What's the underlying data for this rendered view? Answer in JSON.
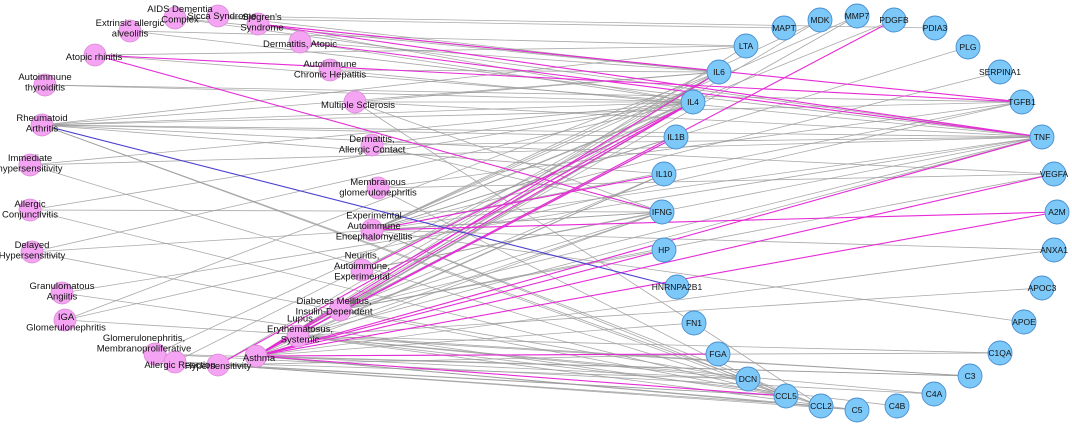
{
  "colors": {
    "disease_fill": "#f5a3f3",
    "disease_stroke": "#d98ad6",
    "gene_fill": "#7cc8f8",
    "gene_stroke": "#4b8fd0",
    "edge_gray": "#9a9a9a",
    "edge_magenta": "#e62bd6",
    "edge_blue": "#4a3fd0"
  },
  "diseases": [
    {
      "id": "aids",
      "lines": [
        "AIDS Dementia",
        "Complex"
      ]
    },
    {
      "id": "sicca",
      "lines": [
        "Sicca Syndrome"
      ]
    },
    {
      "id": "sjogren",
      "lines": [
        "Sjogren's",
        "Syndrome"
      ]
    },
    {
      "id": "extrinsic",
      "lines": [
        "Extrinsic allergic",
        "alveolitis"
      ]
    },
    {
      "id": "derm_atopic",
      "lines": [
        "Dermatitis, Atopic"
      ]
    },
    {
      "id": "atopic_rhinitis",
      "lines": [
        "Atopic rhinitis"
      ]
    },
    {
      "id": "aichep",
      "lines": [
        "Autoimmune",
        "Chronic Hepatitis"
      ]
    },
    {
      "id": "aithy",
      "lines": [
        "Autoimmune",
        "thyroiditis"
      ]
    },
    {
      "id": "ms",
      "lines": [
        "Multiple Sclerosis"
      ]
    },
    {
      "id": "ra",
      "lines": [
        "Rheumatoid",
        "Arthritis"
      ]
    },
    {
      "id": "derm_contact",
      "lines": [
        "Dermatitis,",
        "Allergic Contact"
      ]
    },
    {
      "id": "imm_hyper",
      "lines": [
        "Immediate",
        "hypersensitivity"
      ]
    },
    {
      "id": "membranous",
      "lines": [
        "Membranous",
        "glomerulonephritis"
      ]
    },
    {
      "id": "allergic_conj",
      "lines": [
        "Allergic",
        "Conjunctivitis"
      ]
    },
    {
      "id": "eae",
      "lines": [
        "Experimental",
        "Autoimmune",
        "Encephalomyelitis"
      ]
    },
    {
      "id": "delayed",
      "lines": [
        "Delayed",
        "Hypersensitivity"
      ]
    },
    {
      "id": "neuritis",
      "lines": [
        "Neuritis,",
        "Autoimmune,",
        "Experimental"
      ]
    },
    {
      "id": "granulomatous",
      "lines": [
        "Granulomatous",
        "Angiitis"
      ]
    },
    {
      "id": "diabetes",
      "lines": [
        "Diabetes Mellitus,",
        "Insulin-Dependent"
      ]
    },
    {
      "id": "iga",
      "lines": [
        "IGA",
        "Glomerulonephritis"
      ]
    },
    {
      "id": "lupus",
      "lines": [
        "Lupus",
        "Erythematosus,",
        "Systemic"
      ]
    },
    {
      "id": "gn_mp",
      "lines": [
        "Glomerulonephritis,",
        "Membranoproliferative"
      ]
    },
    {
      "id": "asthma",
      "lines": [
        "Asthma"
      ]
    },
    {
      "id": "allergic_reaction",
      "lines": [
        "Allergic Reaction"
      ]
    },
    {
      "id": "hypersens",
      "lines": [
        "Hypersensitivity"
      ]
    }
  ],
  "genes": [
    {
      "id": "MAPT",
      "label": "MAPT"
    },
    {
      "id": "MDK",
      "label": "MDK"
    },
    {
      "id": "MMP7",
      "label": "MMP7"
    },
    {
      "id": "PDGFB",
      "label": "PDGFB"
    },
    {
      "id": "PDIA3",
      "label": "PDIA3"
    },
    {
      "id": "LTA",
      "label": "LTA"
    },
    {
      "id": "PLG",
      "label": "PLG"
    },
    {
      "id": "IL6",
      "label": "IL6"
    },
    {
      "id": "SERPINA1",
      "label": "SERPINA1"
    },
    {
      "id": "IL4",
      "label": "IL4"
    },
    {
      "id": "TGFB1",
      "label": "TGFB1"
    },
    {
      "id": "IL1B",
      "label": "IL1B"
    },
    {
      "id": "TNF",
      "label": "TNF"
    },
    {
      "id": "IL10",
      "label": "IL10"
    },
    {
      "id": "VEGFA",
      "label": "VEGFA"
    },
    {
      "id": "IFNG",
      "label": "IFNG"
    },
    {
      "id": "A2M",
      "label": "A2M"
    },
    {
      "id": "HP",
      "label": "HP"
    },
    {
      "id": "ANXA1",
      "label": "ANXA1"
    },
    {
      "id": "HNRNPA2B1",
      "label": "HNRNPA2B1"
    },
    {
      "id": "APOC3",
      "label": "APOC3"
    },
    {
      "id": "FN1",
      "label": "FN1"
    },
    {
      "id": "APOE",
      "label": "APOE"
    },
    {
      "id": "FGA",
      "label": "FGA"
    },
    {
      "id": "C1QA",
      "label": "C1QA"
    },
    {
      "id": "DCN",
      "label": "DCN"
    },
    {
      "id": "C3",
      "label": "C3"
    },
    {
      "id": "CCL5",
      "label": "CCL5"
    },
    {
      "id": "C4A",
      "label": "C4A"
    },
    {
      "id": "CCL2",
      "label": "CCL2"
    },
    {
      "id": "C5",
      "label": "C5"
    },
    {
      "id": "C4B",
      "label": "C4B"
    }
  ],
  "edges_magenta": [
    [
      "atopic_rhinitis",
      "TGFB1"
    ],
    [
      "atopic_rhinitis",
      "IFNG"
    ],
    [
      "sjogren",
      "TGFB1"
    ],
    [
      "sjogren",
      "TNF"
    ],
    [
      "derm_atopic",
      "TNF"
    ],
    [
      "asthma",
      "PDGFB"
    ],
    [
      "asthma",
      "IL6"
    ],
    [
      "asthma",
      "IL4"
    ],
    [
      "asthma",
      "IL1B"
    ],
    [
      "asthma",
      "TNF"
    ],
    [
      "asthma",
      "VEGFA"
    ],
    [
      "asthma",
      "A2M"
    ],
    [
      "asthma",
      "HP"
    ],
    [
      "asthma",
      "FGA"
    ],
    [
      "asthma",
      "CCL5"
    ],
    [
      "hypersens",
      "IL4"
    ],
    [
      "eae",
      "IL10"
    ],
    [
      "eae",
      "A2M"
    ],
    [
      "neuritis",
      "IL4"
    ]
  ],
  "edges_blue": [
    [
      "ra",
      "HNRNPA2B1"
    ]
  ],
  "edges_gray": [
    [
      "aids",
      "MAPT"
    ],
    [
      "aids",
      "TNF"
    ],
    [
      "aids",
      "IL6"
    ],
    [
      "sicca",
      "IL6"
    ],
    [
      "sicca",
      "PDIA3"
    ],
    [
      "sjogren",
      "IL6"
    ],
    [
      "sjogren",
      "IL4"
    ],
    [
      "extrinsic",
      "LTA"
    ],
    [
      "extrinsic",
      "TNF"
    ],
    [
      "derm_atopic",
      "IL4"
    ],
    [
      "derm_atopic",
      "IL6"
    ],
    [
      "atopic_rhinitis",
      "IL4"
    ],
    [
      "atopic_rhinitis",
      "LTA"
    ],
    [
      "aichep",
      "IL6"
    ],
    [
      "aichep",
      "TNF"
    ],
    [
      "aithy",
      "IL4"
    ],
    [
      "aithy",
      "TGFB1"
    ],
    [
      "ms",
      "IL4"
    ],
    [
      "ms",
      "TNF"
    ],
    [
      "ms",
      "IL6"
    ],
    [
      "ra",
      "IL6"
    ],
    [
      "ra",
      "IL4"
    ],
    [
      "ra",
      "IL1B"
    ],
    [
      "ra",
      "TNF"
    ],
    [
      "ra",
      "TGFB1"
    ],
    [
      "ra",
      "VEGFA"
    ],
    [
      "ra",
      "IL10"
    ],
    [
      "ra",
      "LTA"
    ],
    [
      "derm_contact",
      "TNF"
    ],
    [
      "derm_contact",
      "IL4"
    ],
    [
      "imm_hyper",
      "IL4"
    ],
    [
      "imm_hyper",
      "TNF"
    ],
    [
      "membranous",
      "TGFB1"
    ],
    [
      "membranous",
      "VEGFA"
    ],
    [
      "allergic_conj",
      "IL4"
    ],
    [
      "allergic_conj",
      "IFNG"
    ],
    [
      "eae",
      "IL6"
    ],
    [
      "eae",
      "IL4"
    ],
    [
      "eae",
      "IL1B"
    ],
    [
      "eae",
      "TNF"
    ],
    [
      "eae",
      "TGFB1"
    ],
    [
      "eae",
      "IFNG"
    ],
    [
      "eae",
      "ANXA1"
    ],
    [
      "eae",
      "APOE"
    ],
    [
      "eae",
      "PDGFB"
    ],
    [
      "eae",
      "MMP7"
    ],
    [
      "eae",
      "MDK"
    ],
    [
      "eae",
      "PLG"
    ],
    [
      "eae",
      "SERPINA1"
    ],
    [
      "delayed",
      "IFNG"
    ],
    [
      "delayed",
      "IL4"
    ],
    [
      "neuritis",
      "IL6"
    ],
    [
      "neuritis",
      "IFNG"
    ],
    [
      "neuritis",
      "TNF"
    ],
    [
      "granulomatous",
      "TNF"
    ],
    [
      "diabetes",
      "IL4"
    ],
    [
      "diabetes",
      "IL10"
    ],
    [
      "diabetes",
      "IL1B"
    ],
    [
      "diabetes",
      "IFNG"
    ],
    [
      "diabetes",
      "TNF"
    ],
    [
      "diabetes",
      "HP"
    ],
    [
      "diabetes",
      "VEGFA"
    ],
    [
      "iga",
      "TGFB1"
    ],
    [
      "iga",
      "IL6"
    ],
    [
      "lupus",
      "IL6"
    ],
    [
      "lupus",
      "IL10"
    ],
    [
      "lupus",
      "TNF"
    ],
    [
      "lupus",
      "C1QA"
    ],
    [
      "lupus",
      "C3"
    ],
    [
      "lupus",
      "C4A"
    ],
    [
      "lupus",
      "C4B"
    ],
    [
      "lupus",
      "C5"
    ],
    [
      "lupus",
      "IFNG"
    ],
    [
      "lupus",
      "IL4"
    ],
    [
      "lupus",
      "APOC3"
    ],
    [
      "lupus",
      "DCN"
    ],
    [
      "gn_mp",
      "C3"
    ],
    [
      "gn_mp",
      "C4A"
    ],
    [
      "gn_mp",
      "IL4"
    ],
    [
      "asthma",
      "CCL2"
    ],
    [
      "asthma",
      "C3"
    ],
    [
      "asthma",
      "C5"
    ],
    [
      "asthma",
      "DCN"
    ],
    [
      "asthma",
      "FN1"
    ],
    [
      "asthma",
      "C1QA"
    ],
    [
      "asthma",
      "ANXA1"
    ],
    [
      "asthma",
      "IFNG"
    ],
    [
      "asthma",
      "IL10"
    ],
    [
      "asthma",
      "MMP7"
    ],
    [
      "asthma",
      "LTA"
    ],
    [
      "asthma",
      "MDK"
    ],
    [
      "allergic_reaction",
      "CCL5"
    ],
    [
      "allergic_reaction",
      "IL4"
    ],
    [
      "allergic_reaction",
      "DCN"
    ],
    [
      "hypersens",
      "CCL5"
    ],
    [
      "hypersens",
      "CCL2"
    ],
    [
      "hypersens",
      "C5"
    ],
    [
      "hypersens",
      "IL6"
    ],
    [
      "hypersens",
      "FGA"
    ],
    [
      "allergic_conj",
      "CCL5"
    ],
    [
      "delayed",
      "CCL5"
    ],
    [
      "imm_hyper",
      "CCL2"
    ],
    [
      "granulomatous",
      "CCL5"
    ],
    [
      "membranous",
      "CCL5"
    ],
    [
      "ms",
      "CCL2"
    ],
    [
      "ms",
      "IFNG"
    ],
    [
      "derm_contact",
      "IFNG"
    ],
    [
      "eae",
      "CCL5"
    ],
    [
      "eae",
      "CCL2"
    ],
    [
      "diabetes",
      "DCN"
    ],
    [
      "iga",
      "C3"
    ],
    [
      "ra",
      "CCL2"
    ],
    [
      "ra",
      "CCL5"
    ]
  ]
}
